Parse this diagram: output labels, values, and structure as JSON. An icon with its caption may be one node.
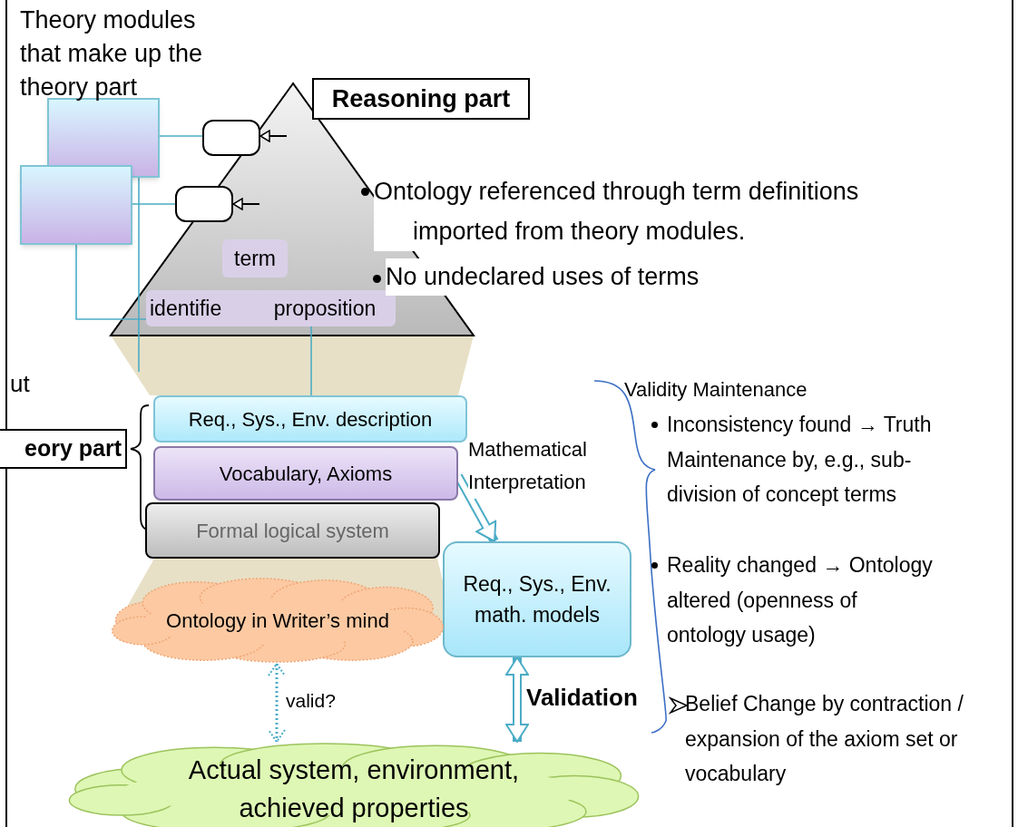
{
  "diagram": {
    "nodes": [
      {
        "text": [],
        "shape": "box"
      },
      {
        "text": [],
        "shape": "box"
      },
      {
        "text": [],
        "shape": "box"
      },
      {
        "text": [],
        "shape": "box"
      },
      {
        "text": [
          "Reasoning part"
        ]
      },
      {
        "text": [
          "term"
        ]
      },
      {
        "text": [
          "identifie"
        ]
      },
      {
        "text": [
          "proposition"
        ]
      },
      {
        "text": [
          "eory part"
        ]
      },
      {
        "text": [
          "Req., Sys., Env. description"
        ]
      },
      {
        "text": [
          "Vocabulary, Axioms"
        ]
      },
      {
        "text": [
          "Formal logical system"
        ]
      },
      {
        "text": [
          "Req., Sys., Env. math. models"
        ]
      },
      {
        "text": [
          "Ontology in Writer’s mind"
        ]
      },
      {
        "text": [
          "Actual system, environment, achieved properties"
        ]
      }
    ],
    "edges": [
      {
        "from": 0,
        "to": 2,
        "arrow": "none"
      },
      {
        "from": 1,
        "to": 3,
        "arrow": "none"
      },
      {
        "from": 1,
        "to": 6,
        "arrow": "none"
      },
      {
        "from": 0,
        "to": null,
        "arrow": "none"
      },
      {
        "from": 7,
        "to": 9,
        "arrow": "none"
      },
      {
        "from": null,
        "to": 2,
        "arrow": "to",
        "color": "#000000"
      },
      {
        "from": null,
        "to": 3,
        "arrow": "to",
        "color": "#000000"
      },
      {
        "from": 10,
        "to": 12,
        "arrow": "to",
        "style": "thick",
        "label": "Mathematical Interpretation"
      },
      {
        "from": 13,
        "to": 14,
        "arrow": "both",
        "style": "dashed",
        "label": "valid?"
      },
      {
        "from": 12,
        "to": 14,
        "arrow": "both",
        "style": "thick",
        "label": "Validation"
      }
    ],
    "labels": [
      "Theory modules that make up the theory part",
      "ut",
      "Ontology referenced through term definitions imported from theory modules.",
      "No undeclared uses of terms",
      "Validity Maintenance",
      "Inconsistency found → Truth Maintenance by, e.g., sub-division of concept terms",
      "Reality changed → Ontology altered (openness of ontology usage)",
      "Belief Change by contraction / expansion of the axiom set or vocabulary"
    ]
  }
}
